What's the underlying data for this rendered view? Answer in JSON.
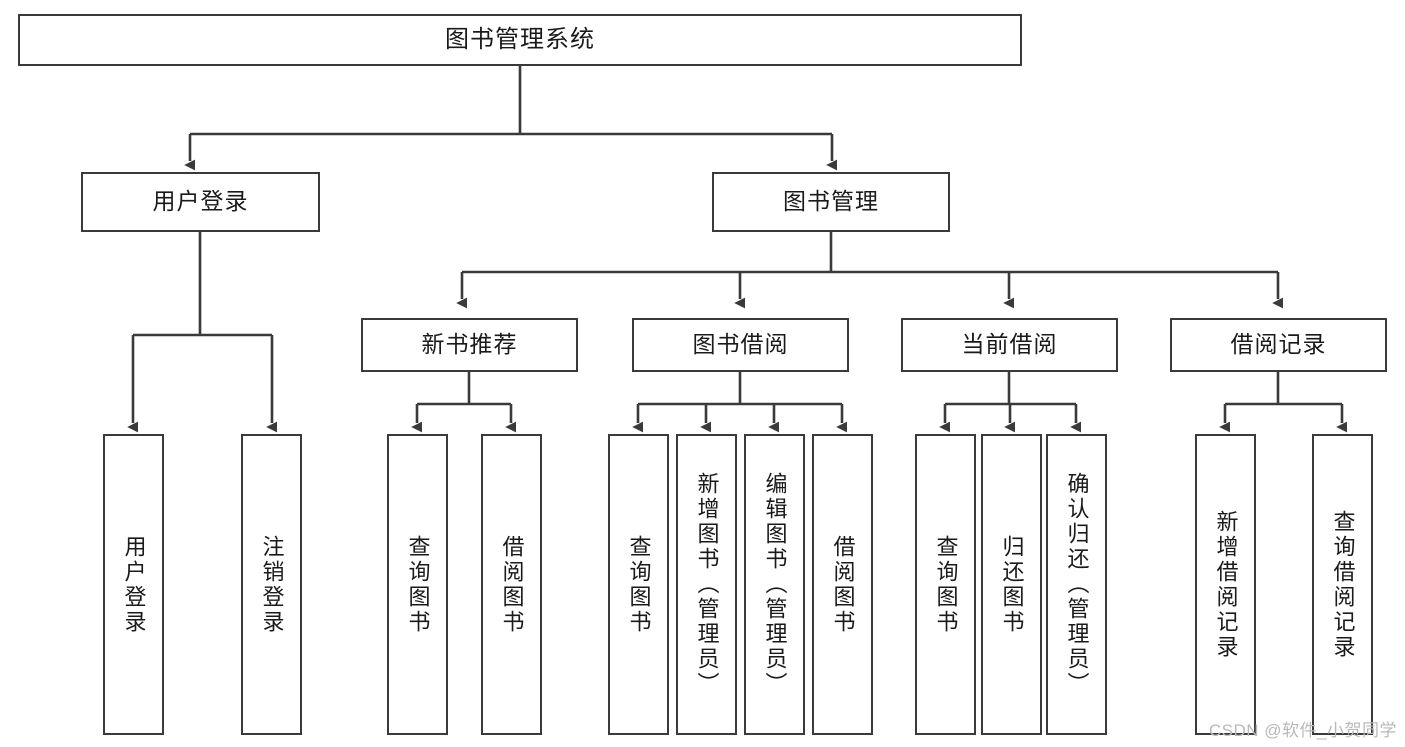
{
  "diagram": {
    "type": "tree-hierarchy-chart",
    "title": "图书管理系统",
    "colors": {
      "background": "#ffffff",
      "box_border": "#3a3a3a",
      "box_fill": "#ffffff",
      "connector": "#3a3a3a",
      "text": "#1a1a1a",
      "watermark": "#b9b9b9"
    },
    "root": {
      "label": "图书管理系统"
    },
    "level2": [
      {
        "id": "user-login",
        "label": "用户登录"
      },
      {
        "id": "book-management",
        "label": "图书管理"
      }
    ],
    "level3": [
      {
        "id": "new-book-recommend",
        "label": "新书推荐",
        "parent": "book-management"
      },
      {
        "id": "book-borrow",
        "label": "图书借阅",
        "parent": "book-management"
      },
      {
        "id": "current-borrow",
        "label": "当前借阅",
        "parent": "book-management"
      },
      {
        "id": "borrow-record",
        "label": "借阅记录",
        "parent": "book-management"
      }
    ],
    "leaves": {
      "user-login": [
        {
          "id": "leaf-user-login",
          "label": "用户登录"
        },
        {
          "id": "leaf-user-logout",
          "label": "注销登录"
        }
      ],
      "new-book-recommend": [
        {
          "id": "leaf-query-book-1",
          "label": "查询图书"
        },
        {
          "id": "leaf-borrow-book-1",
          "label": "借阅图书"
        }
      ],
      "book-borrow": [
        {
          "id": "leaf-query-book-2",
          "label": "查询图书"
        },
        {
          "id": "leaf-add-book",
          "label": "新增图书（管理员）"
        },
        {
          "id": "leaf-edit-book",
          "label": "编辑图书（管理员）"
        },
        {
          "id": "leaf-borrow-book-2",
          "label": "借阅图书"
        }
      ],
      "current-borrow": [
        {
          "id": "leaf-query-book-3",
          "label": "查询图书"
        },
        {
          "id": "leaf-return-book",
          "label": "归还图书"
        },
        {
          "id": "leaf-confirm-return",
          "label": "确认归还（管理员）"
        }
      ],
      "borrow-record": [
        {
          "id": "leaf-add-record",
          "label": "新增借阅记录"
        },
        {
          "id": "leaf-query-record",
          "label": "查询借阅记录"
        }
      ]
    }
  },
  "watermark": {
    "text": "CSDN @软件_小贺同学"
  }
}
